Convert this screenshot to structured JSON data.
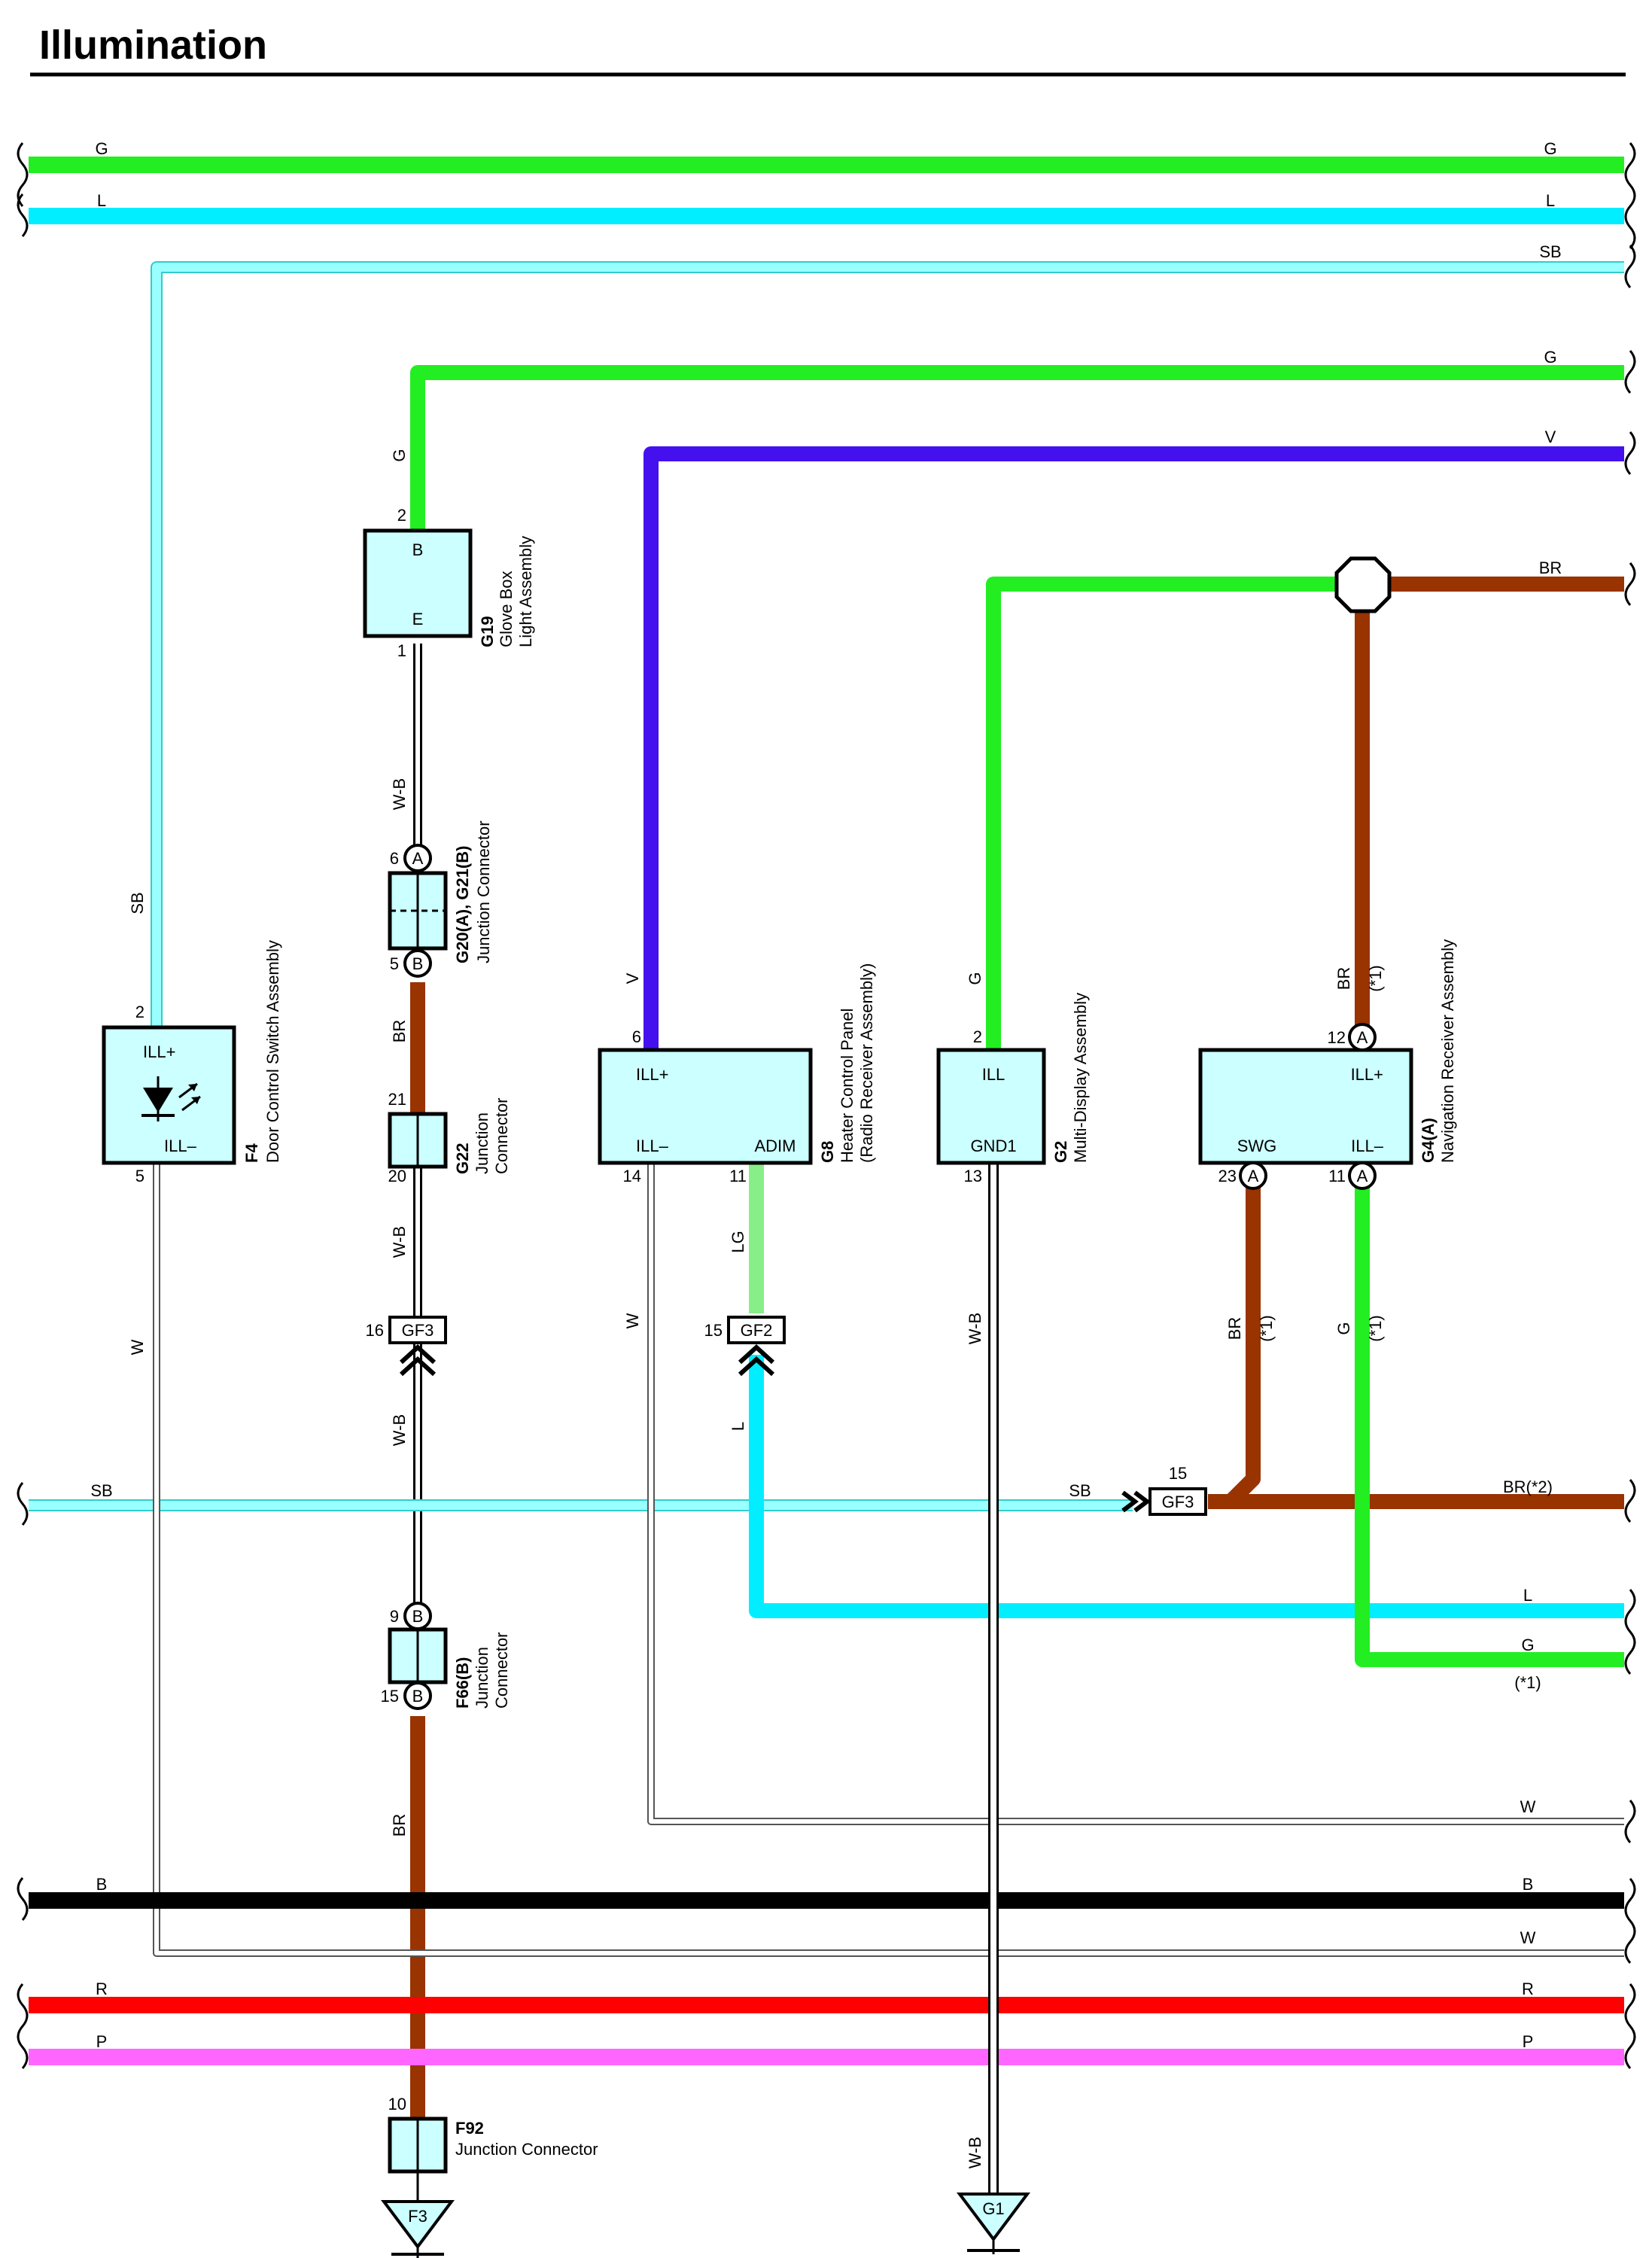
{
  "title": "Illumination",
  "colors": {
    "G": "#22ee22",
    "L": "#00eeff",
    "SB": "#99ffff",
    "V": "#4411ee",
    "BR": "#993300",
    "LG": "#88ee88",
    "B": "#000000",
    "R": "#ff0000",
    "P": "#ff66ff",
    "W": "#ffffff",
    "component_fill": "#ccffff"
  },
  "wire_labels": {
    "g_top_l": "G",
    "g_top_r": "G",
    "l_top_l": "L",
    "l_top_r": "L",
    "sb_top_r": "SB",
    "g_mid_r": "G",
    "v_r": "V",
    "br_r": "BR",
    "sb_vert": "SB",
    "g_vert": "G",
    "w_b_g19": "W-B",
    "br_g22": "BR",
    "w_b_g22": "W-B",
    "w_b_gf3": "W-B",
    "br_f66": "BR",
    "w_f4": "W",
    "v_vert": "V",
    "w_g8": "W",
    "lg_g8": "LG",
    "l_gf2": "L",
    "g_g2": "G",
    "w_b_g2": "W-B",
    "w_b_g1": "W-B",
    "br_g4_top": "BR",
    "br_g4_bottom": "BR",
    "g_g4_bottom": "G",
    "sb_mid_l": "SB",
    "sb_mid_r": "SB",
    "br2_r": "BR(*2)",
    "l_bottom_r": "L",
    "g_bottom_r": "G",
    "w_r1": "W",
    "b_l": "B",
    "b_r": "B",
    "w_r2": "W",
    "r_l": "R",
    "r_r": "R",
    "p_l": "P",
    "p_r": "P"
  },
  "notes": {
    "star1": "(*1)"
  },
  "pins": {
    "f4_2": "2",
    "f4_5": "5",
    "g19_2": "2",
    "g19_1": "1",
    "g20_6": "6",
    "g20_5": "5",
    "g22_21": "21",
    "g22_20": "20",
    "gf3_16": "16",
    "f66_9": "9",
    "f66_15": "15",
    "f92_10": "10",
    "g8_6": "6",
    "g8_14": "14",
    "g8_11": "11",
    "gf2_15": "15",
    "g2_2": "2",
    "g2_13": "13",
    "g4_12": "12",
    "g4_23": "23",
    "g4_11": "11",
    "gf3b_15": "15"
  },
  "connectors": {
    "a": "A",
    "b": "B",
    "gf3": "GF3",
    "gf2": "GF2",
    "gf3b": "GF3",
    "f3": "F3",
    "g1": "G1"
  },
  "components": {
    "f4": {
      "code": "F4",
      "name": "Door Control Switch Assembly",
      "ill_plus": "ILL+",
      "ill_minus": "ILL–"
    },
    "g19": {
      "code": "G19",
      "name_line1": "Glove Box",
      "name_line2": "Light Assembly",
      "pin_b": "B",
      "pin_e": "E"
    },
    "g20": {
      "code": "G20(A), G21(B)",
      "name": "Junction Connector"
    },
    "g22": {
      "code": "G22",
      "name_line1": "Junction",
      "name_line2": "Connector"
    },
    "f66": {
      "code": "F66(B)",
      "name_line1": "Junction",
      "name_line2": "Connector"
    },
    "f92": {
      "code": "F92",
      "name": "Junction Connector"
    },
    "g8": {
      "code": "G8",
      "name_line1": "Heater Control Panel",
      "name_line2": "(Radio Receiver Assembly)",
      "ill_plus": "ILL+",
      "ill_minus": "ILL–",
      "adim": "ADIM"
    },
    "g2": {
      "code": "G2",
      "name": "Multi-Display Assembly",
      "ill": "ILL",
      "gnd1": "GND1"
    },
    "g4": {
      "code": "G4(A)",
      "name": "Navigation Receiver Assembly",
      "ill_plus": "ILL+",
      "ill_minus": "ILL–",
      "swg": "SWG"
    }
  }
}
